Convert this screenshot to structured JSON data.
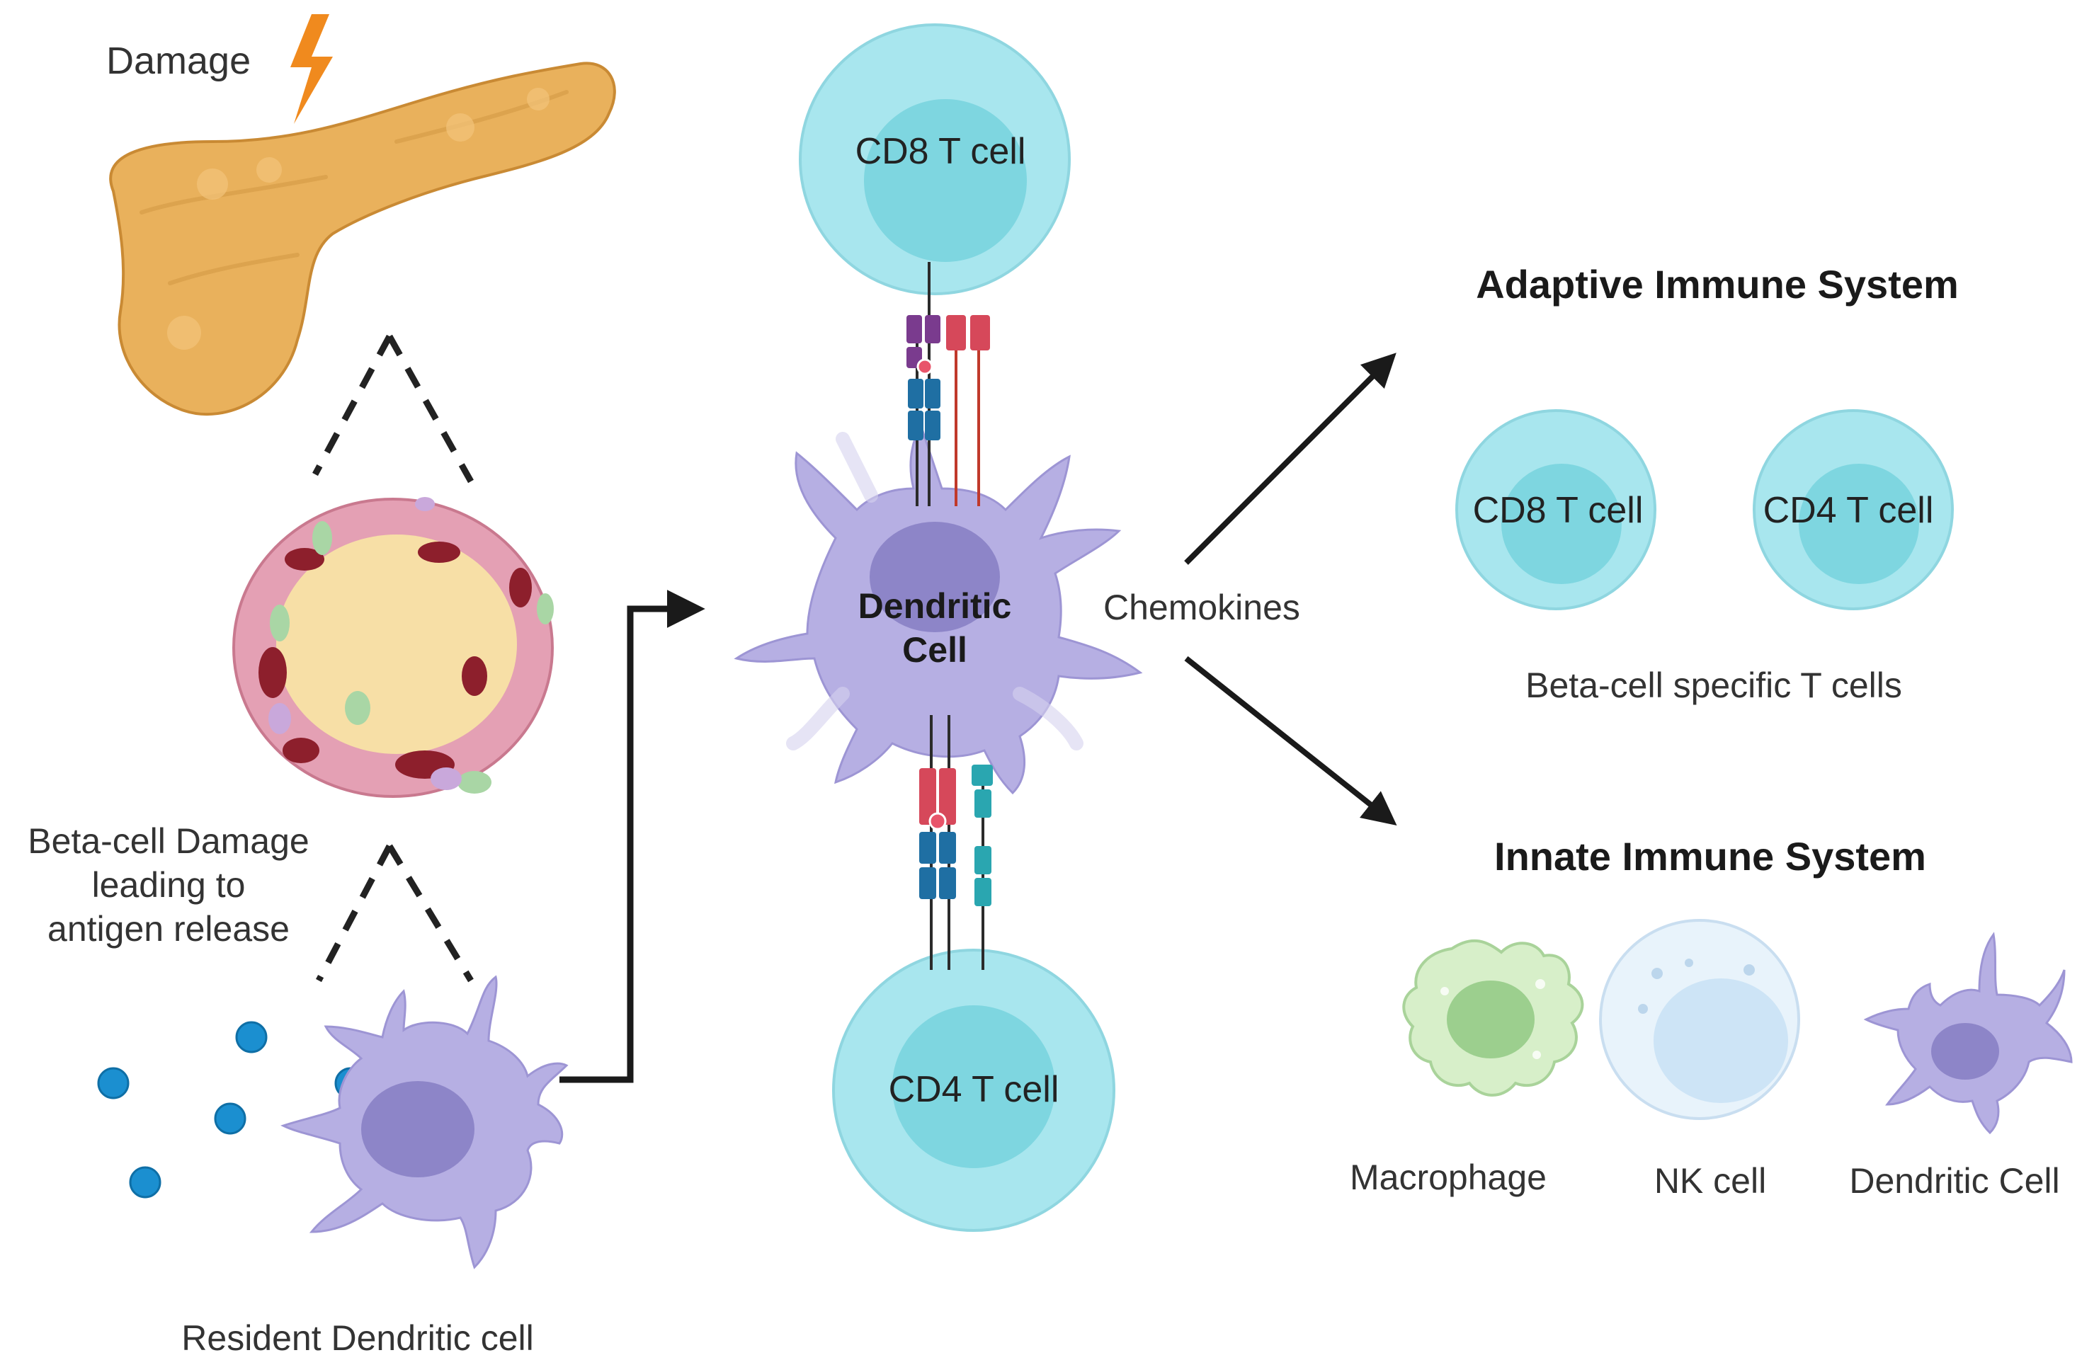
{
  "labels": {
    "damage": "Damage",
    "beta_damage": [
      "Beta-cell Damage",
      "leading to",
      "antigen release"
    ],
    "resident_dc": "Resident Dendritic cell",
    "central_dc": [
      "Dendritic",
      "Cell"
    ],
    "cd8_top": "CD8 T cell",
    "cd4_bottom": "CD4 T cell",
    "chemokines": "Chemokines",
    "adaptive_title": "Adaptive Immune System",
    "adaptive_cd8": "CD8 T cell",
    "adaptive_cd4": "CD4 T cell",
    "beta_specific": "Beta-cell specific T cells",
    "innate_title": "Innate Immune System",
    "macrophage": "Macrophage",
    "nk_cell": "NK cell",
    "innate_dc": "Dendritic Cell"
  },
  "colors": {
    "pancreas": "#e9b15c",
    "pancreas_dark": "#c98a34",
    "lightning": "#f08a1e",
    "t_cell_outer": "#a8e6ee",
    "t_cell_inner": "#7ed6e0",
    "dendritic": "#b6afe3",
    "dendritic_nucleus": "#8d85c8",
    "antigen": "#1b8fd0",
    "macrophage": "#d7efc9",
    "macrophage_nucleus": "#9ccf8e",
    "nk_cell": "#e8f3fb",
    "nk_nucleus": "#cde4f6",
    "arrow": "#1a1a1a",
    "receptor_purple": "#7a3b8e",
    "receptor_red": "#d6485a",
    "receptor_blue": "#1f6fa3",
    "receptor_teal": "#2aa6b0"
  },
  "icons": [
    "pancreas-icon",
    "lightning-icon",
    "islet-icon",
    "antigen-icon",
    "dendritic-cell-icon",
    "t-cell-icon",
    "macrophage-icon",
    "nk-cell-icon",
    "receptor-icon",
    "arrow-icon"
  ]
}
